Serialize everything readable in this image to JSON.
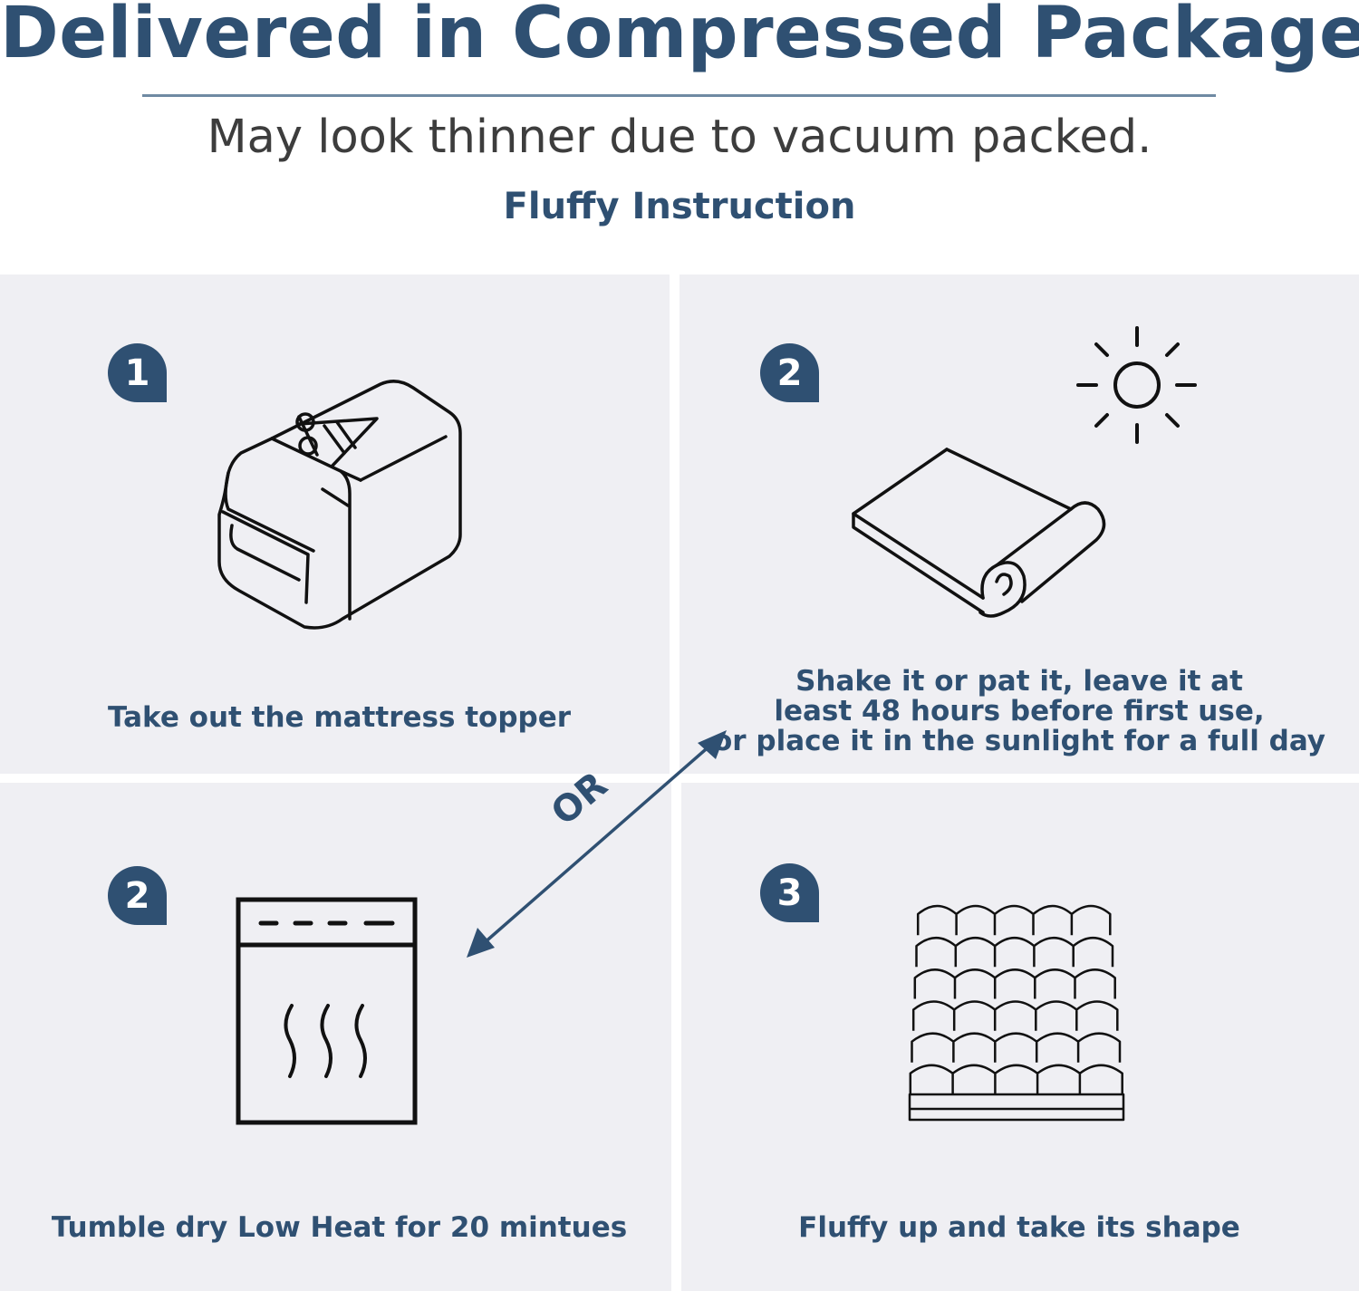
{
  "header": {
    "title": "Delivered in Compressed Package",
    "subtitle": "May look thinner due to vacuum packed.",
    "instruction_heading": "Fluffy Instruction"
  },
  "steps": [
    {
      "badge": "1",
      "caption": "Take out the mattress topper",
      "icon": "package-icon"
    },
    {
      "badge": "2",
      "caption_lines": [
        "Shake it or pat it,   leave it at",
        "least 48 hours before first use,",
        "or place it in the sunlight for a full day"
      ],
      "icon": "rolled-topper-sun-icon"
    },
    {
      "badge": "2",
      "caption": "Tumble dry Low Heat for 20 mintues",
      "icon": "dryer-icon"
    },
    {
      "badge": "3",
      "caption": "Fluffy up and take its shape",
      "icon": "fluffy-topper-icon"
    }
  ],
  "connector": {
    "label": "OR"
  },
  "colors": {
    "accent": "#2f5072",
    "panel_bg": "#efeff3",
    "subtitle_text": "#3d3d3d"
  }
}
